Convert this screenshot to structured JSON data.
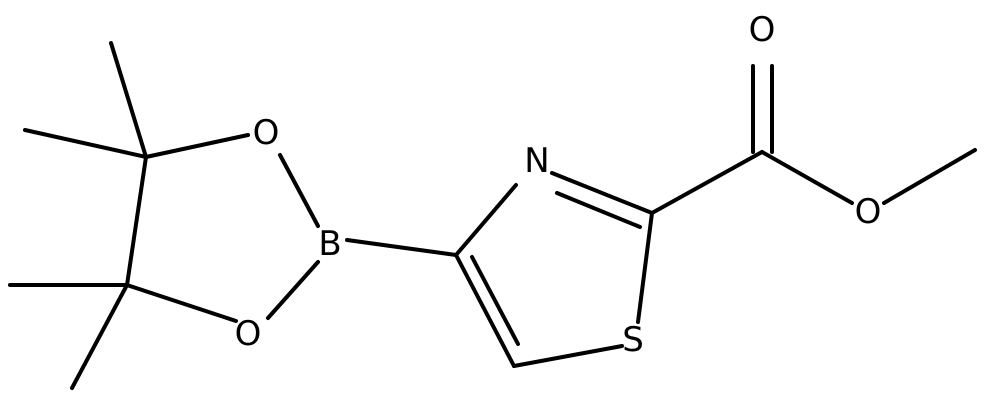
{
  "molecule": {
    "atoms": {
      "o_carbonyl": "O",
      "o_ester": "O",
      "n_ring": "N",
      "s_ring": "S",
      "b_boron": "B",
      "o_boronate_top": "O",
      "o_boronate_bottom": "O"
    }
  }
}
